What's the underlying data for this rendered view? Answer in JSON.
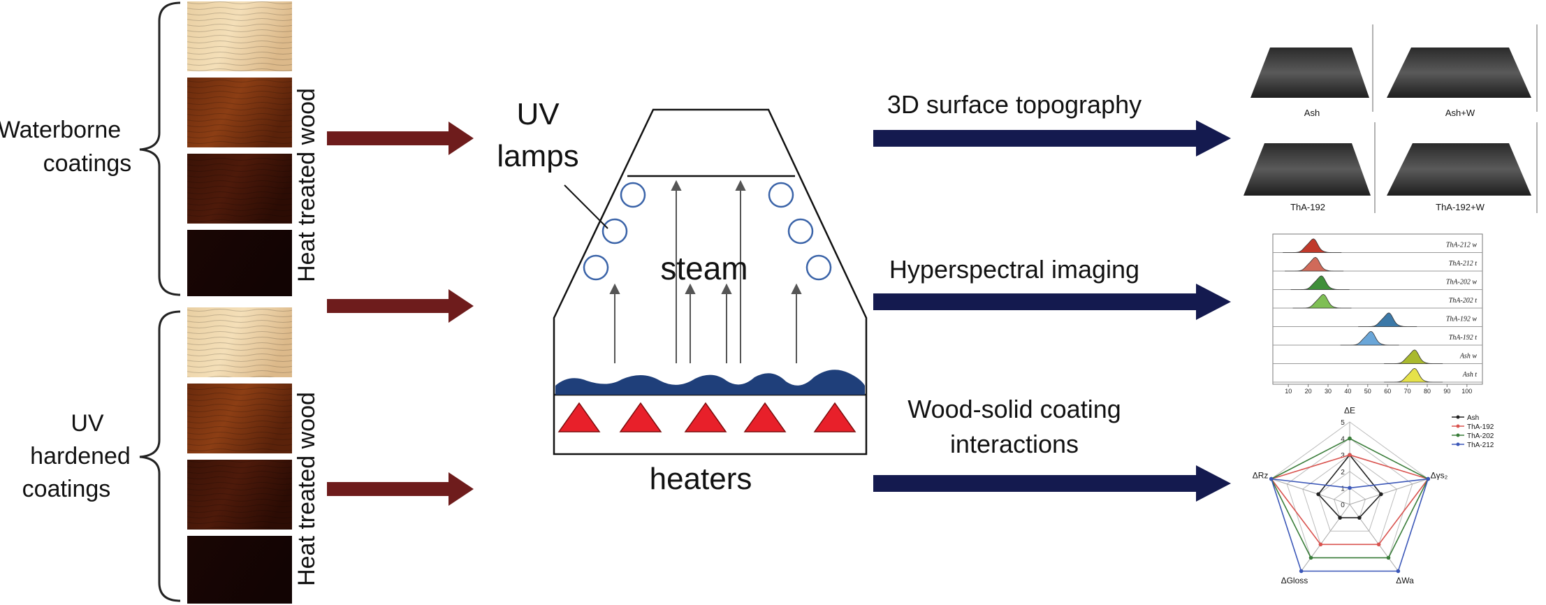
{
  "left_groups": [
    {
      "label_line1": "Waterborne",
      "label_line2": "coatings",
      "side_label": "Heat treated wood"
    },
    {
      "label_line1": "UV",
      "label_line2": "hardened",
      "label_line3": "coatings",
      "side_label": "Heat treated wood"
    }
  ],
  "chamber": {
    "uv_label_1": "UV",
    "uv_label_2": "lamps",
    "steam_label": "steam",
    "heaters_label": "heaters"
  },
  "analyses": [
    {
      "label_line1": "3D surface topography",
      "label_line2": ""
    },
    {
      "label_line1": "Hyperspectral imaging",
      "label_line2": ""
    },
    {
      "label_line1": "Wood-solid coating",
      "label_line2": "interactions"
    }
  ],
  "topography": {
    "panels": [
      "Ash",
      "Ash+W",
      "ThA-192",
      "ThA-192+W"
    ]
  },
  "hyperspectral": {
    "rows": [
      "ThA-212 w",
      "ThA-212 t",
      "ThA-202 w",
      "ThA-202 t",
      "ThA-192 w",
      "ThA-192 t",
      "Ash w",
      "Ash t"
    ],
    "peaks": [
      22,
      23,
      26,
      27,
      60,
      51,
      73,
      73
    ],
    "colors": [
      "#c0392b",
      "#d06a5a",
      "#3f8f3a",
      "#7fbf55",
      "#3c79a8",
      "#6aa6d8",
      "#a9b92e",
      "#e6e24a"
    ],
    "x_ticks": [
      "10",
      "20",
      "30",
      "40",
      "50",
      "60",
      "70",
      "80",
      "90",
      "100"
    ]
  },
  "radar": {
    "axes": [
      "ΔE",
      "Δγs₂",
      "ΔWa",
      "ΔGloss",
      "ΔRz"
    ],
    "scale_labels": [
      "0",
      "1",
      "2",
      "3",
      "4",
      "5"
    ],
    "series": [
      {
        "name": "Ash",
        "color": "#222222",
        "values": [
          3,
          2,
          1,
          1,
          2
        ]
      },
      {
        "name": "ThA-192",
        "color": "#d9534f",
        "values": [
          3,
          5,
          3,
          3,
          5
        ]
      },
      {
        "name": "ThA-202",
        "color": "#3a7d3a",
        "values": [
          4,
          5,
          4,
          4,
          5
        ]
      },
      {
        "name": "ThA-212",
        "color": "#3b57b8",
        "values": [
          1,
          5,
          5,
          5,
          5
        ]
      }
    ]
  },
  "colors": {
    "input_arrow": "#6e1c1c",
    "output_arrow": "#141a4f",
    "steam_wave": "#1f3f7a",
    "heater": "#e8202a",
    "lamp": "#3a63a8"
  }
}
